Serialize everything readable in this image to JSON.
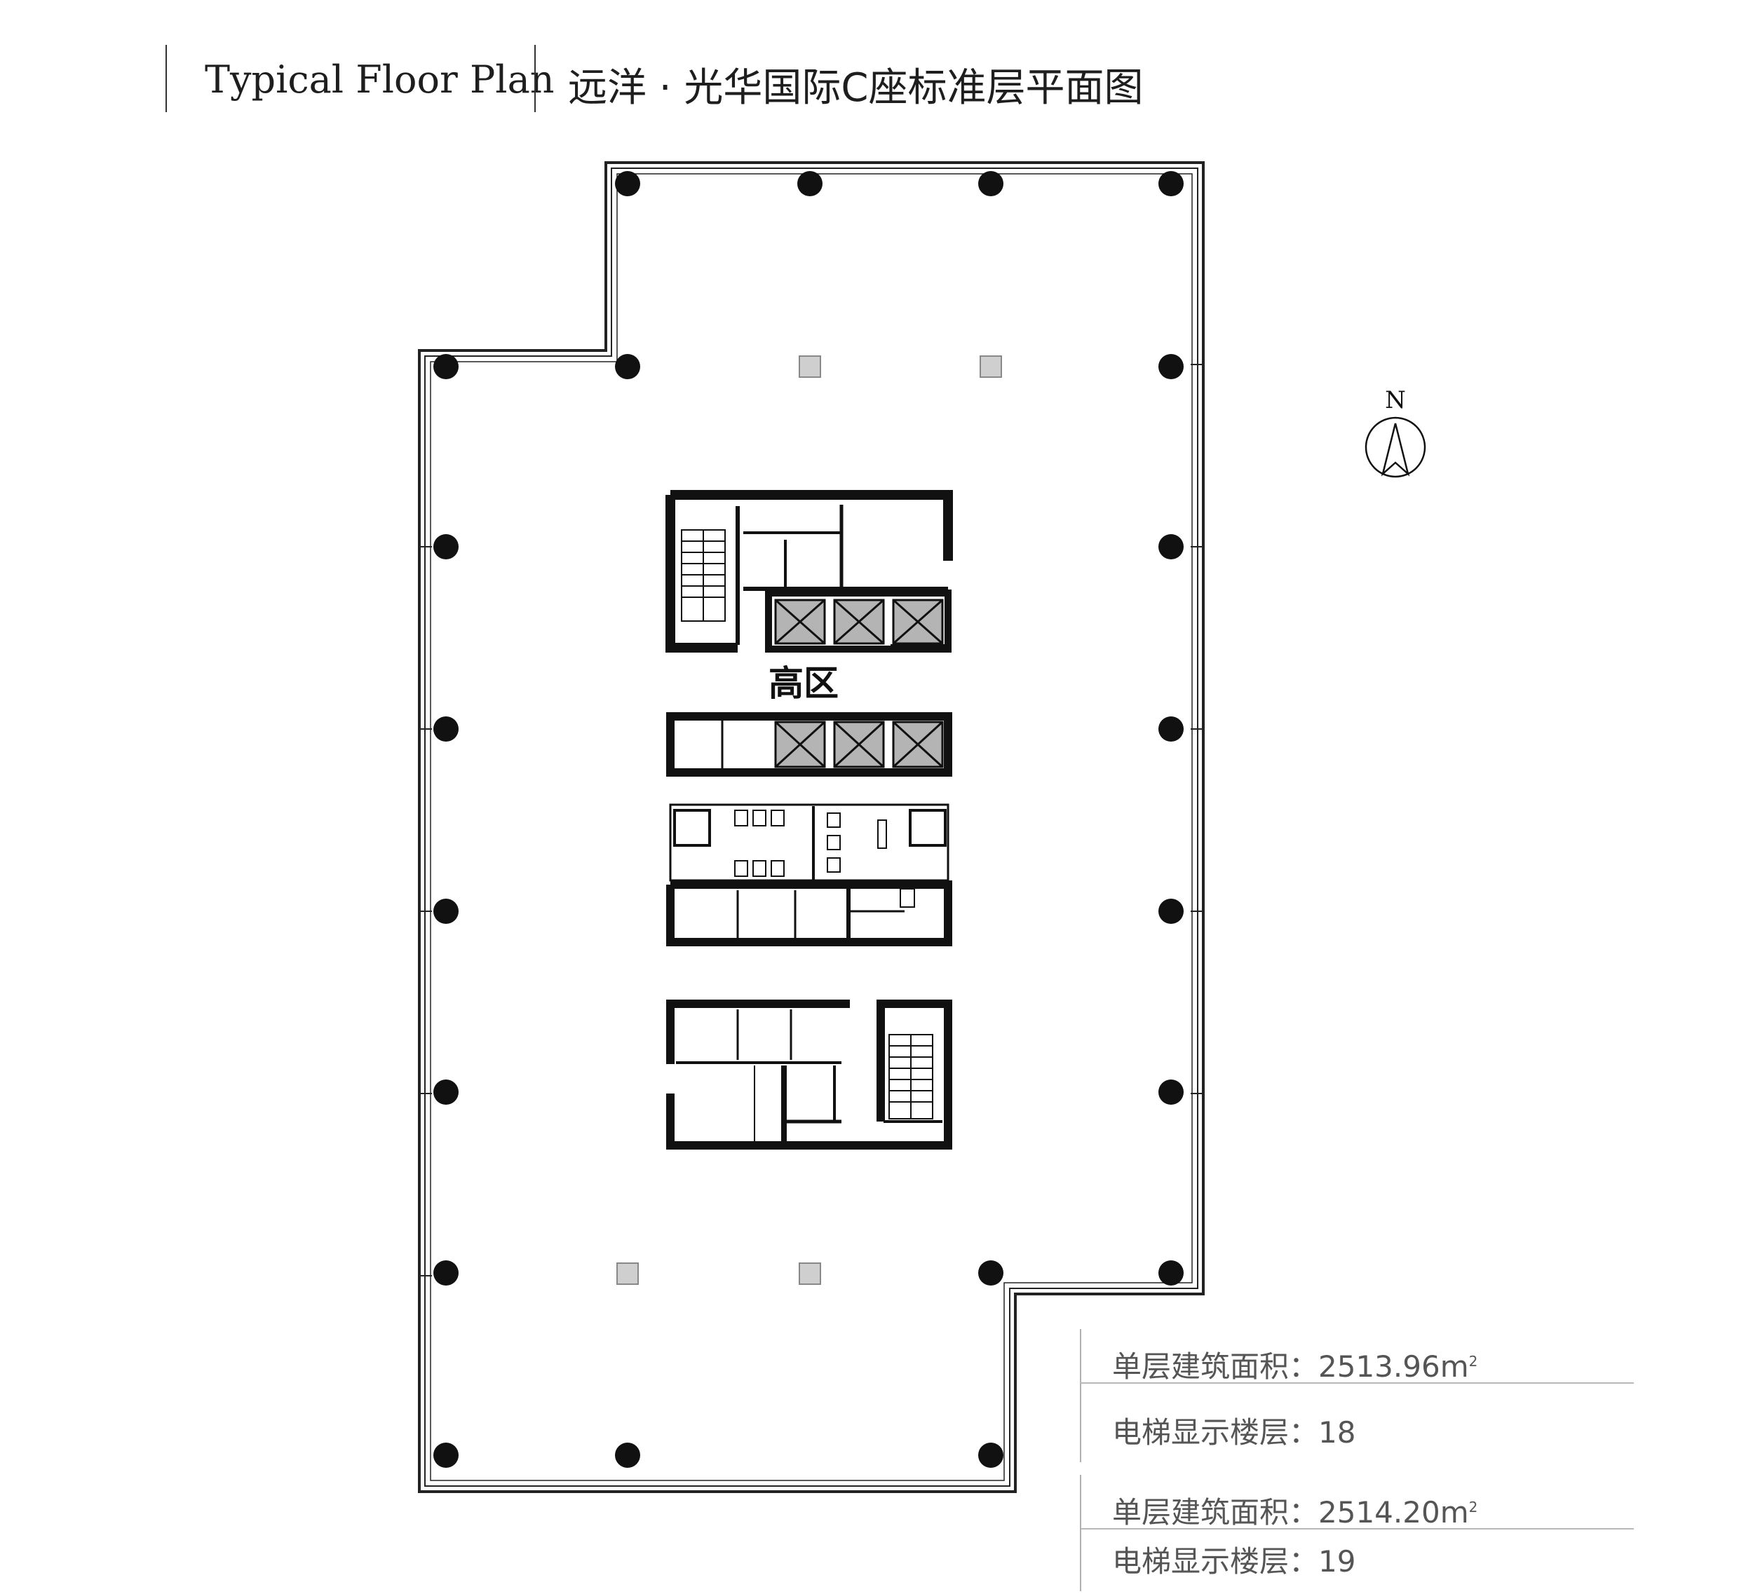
{
  "header": {
    "title_en": "Typical Floor Plan",
    "title_cn": "远洋 · 光华国际C座标准层平面图"
  },
  "plan": {
    "zone_label": "高区",
    "north_label": "N"
  },
  "stats": [
    {
      "label": "单层建筑面积：",
      "value": "2513.96m",
      "sup": "2"
    },
    {
      "label": "电梯显示楼层：",
      "value": "18",
      "sup": ""
    },
    {
      "label": "单层建筑面积：",
      "value": "2514.20m",
      "sup": "2"
    },
    {
      "label": "电梯显示楼层：",
      "value": "19",
      "sup": ""
    }
  ],
  "colors": {
    "wall": "#111111",
    "elevator_fill": "#b4b4b4",
    "text": "#555555"
  },
  "icons": [
    "north-arrow-icon",
    "elevator-icon",
    "stair-icon",
    "toilet-icon"
  ]
}
